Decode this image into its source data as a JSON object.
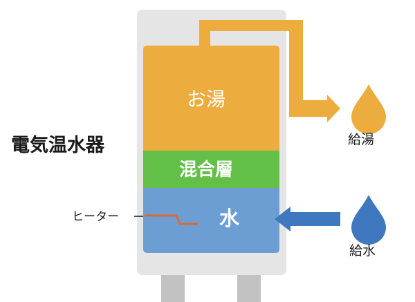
{
  "title": "電気温水器",
  "tank": {
    "hot_label": "お湯",
    "mixed_label": "混合層",
    "water_label": "水"
  },
  "heater_label": "ヒーター",
  "outlet": {
    "label": "給湯"
  },
  "inlet": {
    "label": "給水"
  },
  "colors": {
    "hot": "#EDAC3E",
    "mixed": "#62BF47",
    "water": "#6D9ED3",
    "inlet_arrow": "#3F78BE",
    "heater": "#D96A35",
    "casing": "#E5E5E5",
    "feet": "#C2C2C2"
  }
}
